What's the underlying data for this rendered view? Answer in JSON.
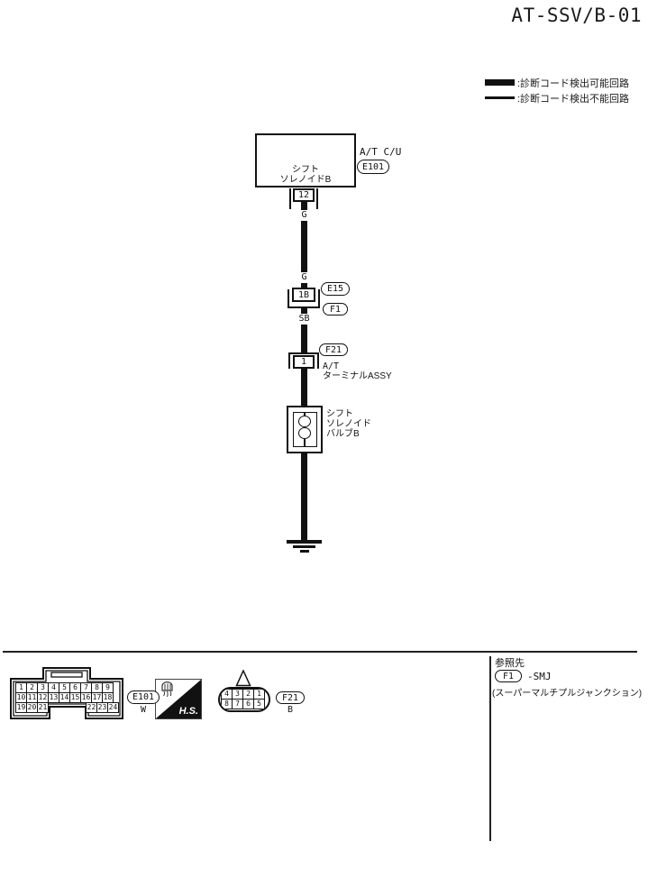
{
  "title": "AT-SSV/B-01",
  "legend": {
    "detectable": ":診断コード検出可能回路",
    "undetectable": ":診断コード検出不能回路"
  },
  "circuit": {
    "ecu": {
      "unit_label": "A/T C/U",
      "connector_ref": "E101",
      "internal_line1": "シフト",
      "internal_line2": "ソレノイドB",
      "pin": "12"
    },
    "wire_color_1": "G",
    "wire_color_2": "G",
    "joint": {
      "pin": "1B",
      "ref_upper": "E15",
      "ref_lower": "F1"
    },
    "wire_color_3": "SB",
    "terminal": {
      "ref": "F21",
      "pin": "1",
      "label_line1": "A/T",
      "label_line2": "ターミナルASSY"
    },
    "solenoid": {
      "label_line1": "シフト",
      "label_line2": "ソレノイド",
      "label_line3": "バルブB"
    }
  },
  "footer": {
    "e101": {
      "ref": "E101",
      "color": "W",
      "row1": [
        "1",
        "2",
        "3",
        "4",
        "5",
        "6",
        "7",
        "8",
        "9"
      ],
      "row2": [
        "10",
        "11",
        "12",
        "13",
        "14",
        "15",
        "16",
        "17",
        "18"
      ],
      "row3_left": [
        "19",
        "20",
        "21"
      ],
      "row3_right": [
        "22",
        "23",
        "24"
      ]
    },
    "hs_label": "H.S.",
    "f21": {
      "ref": "F21",
      "color": "B",
      "row1": [
        "4",
        "3",
        "2",
        "1"
      ],
      "row2": [
        "8",
        "7",
        "6",
        "5"
      ]
    },
    "reference": {
      "heading": "参照先",
      "ref": "F1",
      "suffix": "-SMJ",
      "note": "(スーパーマルチプルジャンクション)"
    }
  }
}
